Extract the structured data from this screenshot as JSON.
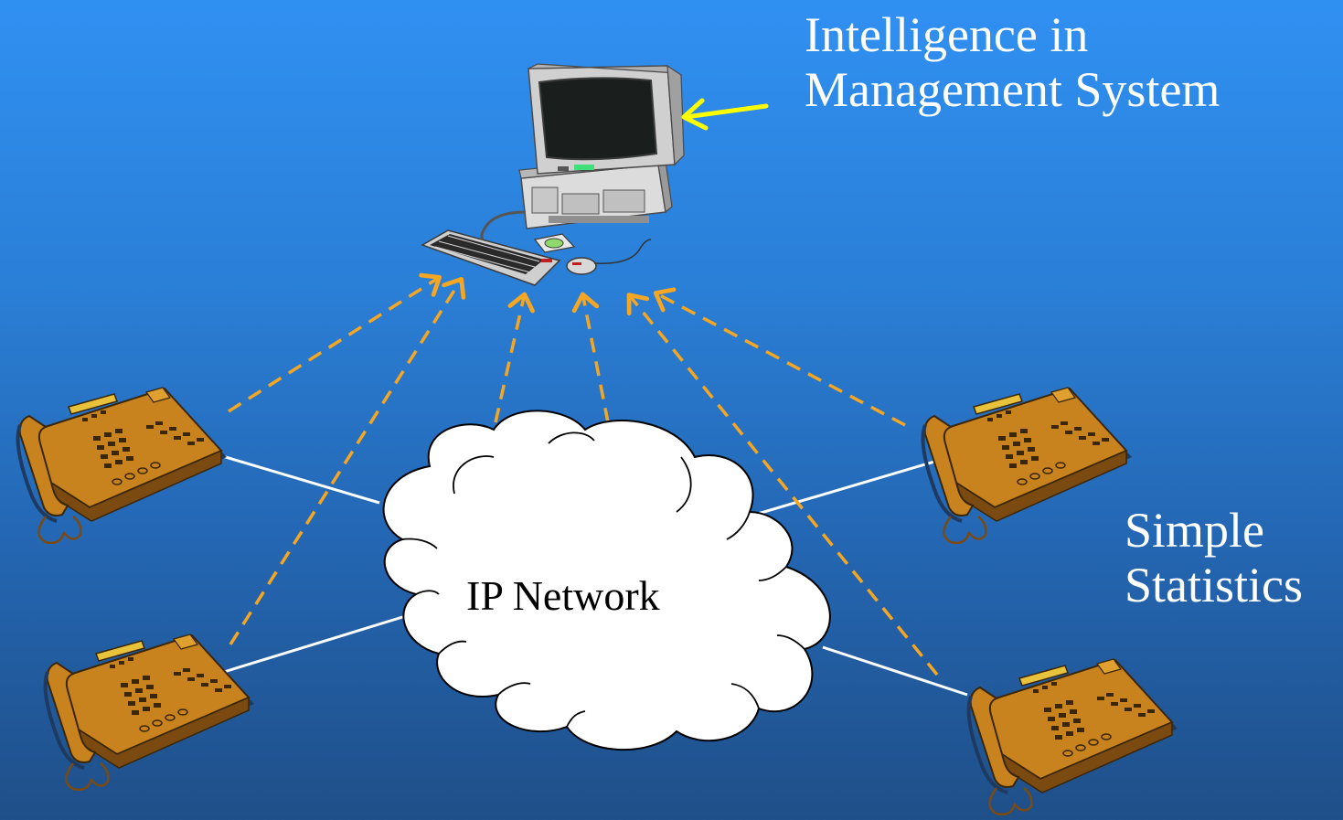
{
  "title": {
    "line1": "Intelligence in",
    "line2": "Management System"
  },
  "side_label": {
    "line1": "Simple",
    "line2": "Statistics"
  },
  "network": {
    "label": "IP Network"
  },
  "colors": {
    "background_top": "#3090f2",
    "background_bottom": "#1f4f88",
    "dashed_arrows": "#f5a623",
    "pointer_arrow": "#ffff00",
    "links": "#ffffff",
    "phone_body": "#c8821e",
    "cloud_fill": "#ffffff"
  },
  "icons": [
    "computer-icon",
    "phone-icon",
    "cloud-icon"
  ]
}
